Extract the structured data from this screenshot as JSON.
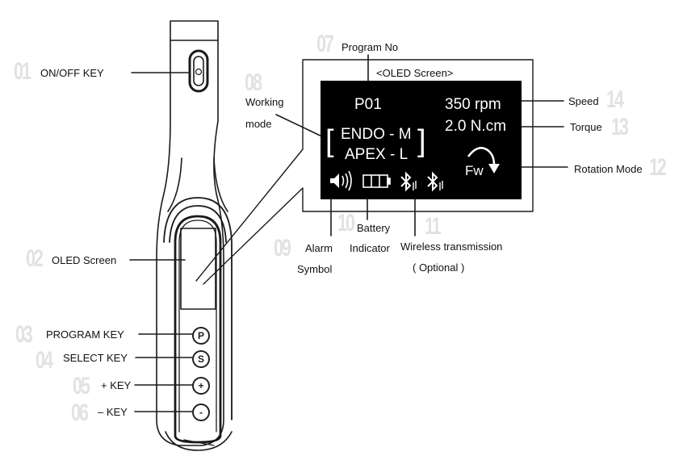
{
  "diagram": {
    "screen_caption": "<OLED Screen>",
    "callouts": [
      {
        "id": "01",
        "label": "ON/OFF KEY"
      },
      {
        "id": "02",
        "label": "OLED Screen"
      },
      {
        "id": "03",
        "label": "PROGRAM KEY"
      },
      {
        "id": "04",
        "label": "SELECT KEY"
      },
      {
        "id": "05",
        "label": "+ KEY"
      },
      {
        "id": "06",
        "label": "– KEY"
      },
      {
        "id": "07",
        "label": "Program No"
      },
      {
        "id": "08",
        "label_line1": "Working",
        "label_line2": "mode"
      },
      {
        "id": "09",
        "label_line1": "Alarm",
        "label_line2": "Symbol"
      },
      {
        "id": "10",
        "label_line1": "Battery",
        "label_line2": "Indicator"
      },
      {
        "id": "11",
        "label_line1": "Wireless transmission",
        "label_line2": "( Optional )"
      },
      {
        "id": "12",
        "label": "Rotation Mode"
      },
      {
        "id": "13",
        "label": "Torque"
      },
      {
        "id": "14",
        "label": "Speed"
      }
    ],
    "keys": {
      "program": "P",
      "select": "S",
      "plus": "+",
      "minus": "-"
    },
    "oled": {
      "program_no": "P01",
      "speed": "350 rpm",
      "torque": "2.0 N.cm",
      "mode_line1": "ENDO - M",
      "mode_line2": "APEX - L",
      "rotation": "Fw",
      "icons": [
        "speaker-icon",
        "battery-icon",
        "bluetooth-icon",
        "bluetooth-icon"
      ]
    }
  },
  "colors": {
    "ink": "#111111",
    "screen_bg": "#000000",
    "screen_text": "#ffffff",
    "number_gray": "#e2e2e2"
  }
}
